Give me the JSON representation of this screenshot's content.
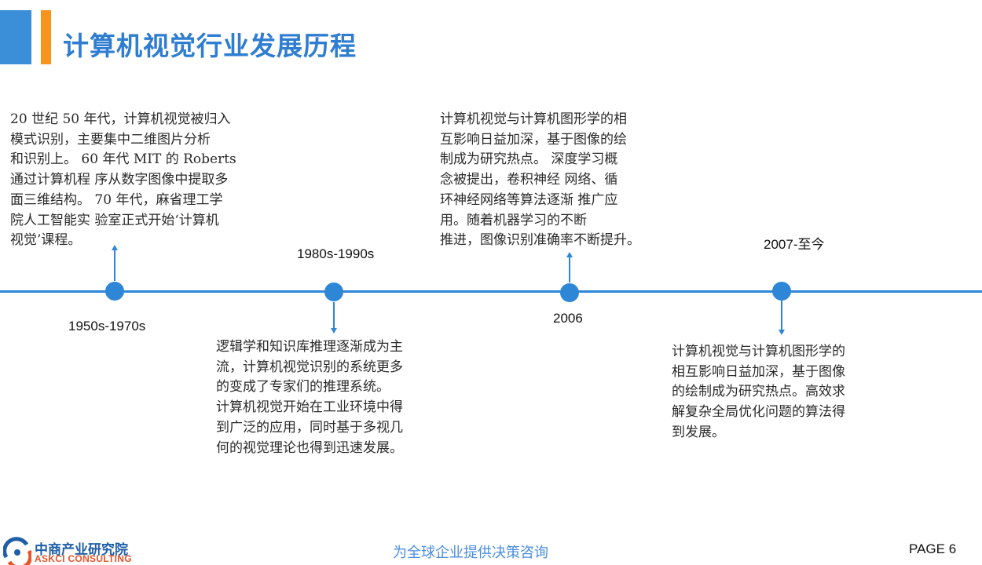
{
  "header": {
    "title": "计算机视觉行业发展历程"
  },
  "timeline": {
    "events": [
      {
        "era": "1950s-1970s",
        "text": "20 世纪 50 年代，计算机视觉被归入\n模式识别，主要集中二维图片分析\n和识别上。 60 年代 MIT 的 Roberts\n通过计算机程 序从数字图像中提取多\n面三维结构。 70 年代，麻省理工学\n院人工智能实 验室正式开始‘计算机\n视觉’课程。"
      },
      {
        "era": "1980s-1990s",
        "text": "逻辑学和知识库推理逐渐成为主\n流，计算机视觉识别的系统更多\n的变成了专家们的推理系统。\n计算机视觉开始在工业环境中得\n到广泛的应用，同时基于多视几\n何的视觉理论也得到迅速发展。"
      },
      {
        "era": "2006",
        "text": "计算机视觉与计算机图形学的相\n互影响日益加深，基于图像的绘\n制成为研究热点。 深度学习概\n念被提出，卷积神经 网络、循\n环神经网络等算法逐渐 推广应\n用。随着机器学习的不断\n推进，图像识别准确率不断提升。"
      },
      {
        "era": "2007-至今",
        "text": "计算机视觉与计算机图形学的\n相互影响日益加深，基于图像\n的绘制成为研究热点。高效求\n解复杂全局优化问题的算法得\n到发展。"
      }
    ]
  },
  "footer": {
    "logo_cn": "中商产业研究院",
    "logo_en": "ASKCI CONSULTING",
    "slogan": "为全球企业提供决策咨询",
    "page": "PAGE  6"
  },
  "colors": {
    "accent_blue": "#2e86d6",
    "accent_orange": "#f7941d",
    "title_blue": "#2f7dd1"
  }
}
